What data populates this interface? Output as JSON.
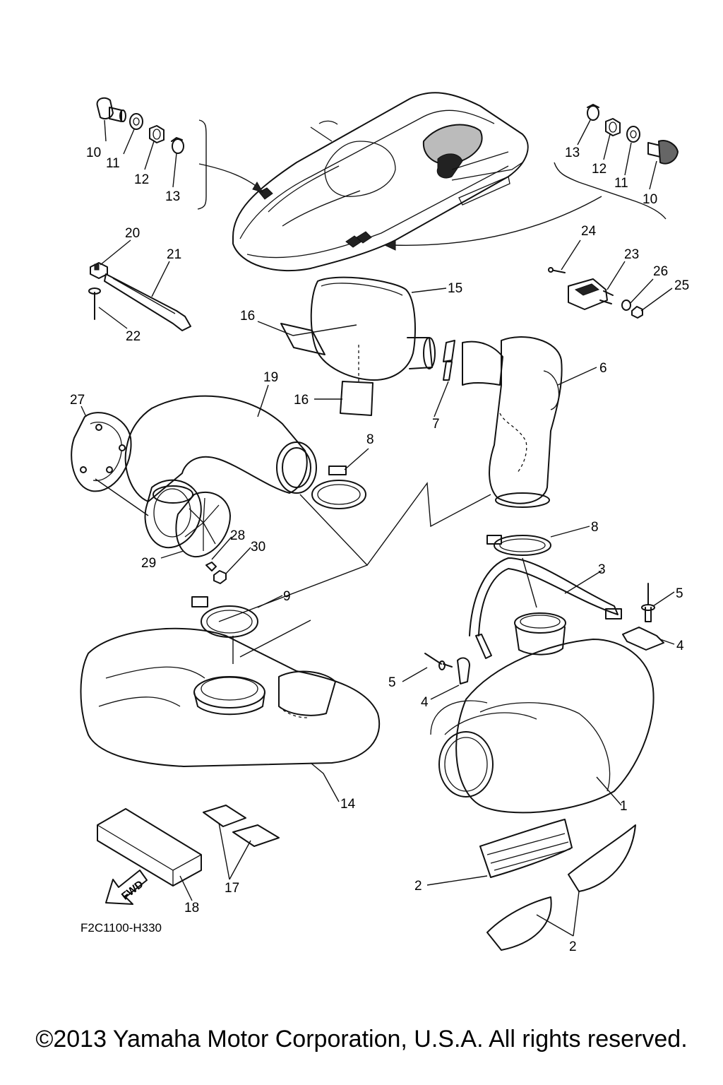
{
  "diagram": {
    "code": "F2C1100-H330",
    "copyright": "©2013 Yamaha Motor Corporation, U.S.A. All rights reserved.",
    "fwd_label": "FWD",
    "callouts": {
      "c1": "1",
      "c2a": "2",
      "c2b": "2",
      "c3": "3",
      "c4a": "4",
      "c4b": "4",
      "c5a": "5",
      "c5b": "5",
      "c6": "6",
      "c7": "7",
      "c8a": "8",
      "c8b": "8",
      "c9": "9",
      "c10a": "10",
      "c10b": "10",
      "c11a": "11",
      "c11b": "11",
      "c12a": "12",
      "c12b": "12",
      "c13a": "13",
      "c13b": "13",
      "c14": "14",
      "c15": "15",
      "c16a": "16",
      "c16b": "16",
      "c17": "17",
      "c18": "18",
      "c19": "19",
      "c20": "20",
      "c21": "21",
      "c22": "22",
      "c23": "23",
      "c24": "24",
      "c25": "25",
      "c26": "26",
      "c27": "27",
      "c28": "28",
      "c29": "29",
      "c30": "30"
    }
  }
}
